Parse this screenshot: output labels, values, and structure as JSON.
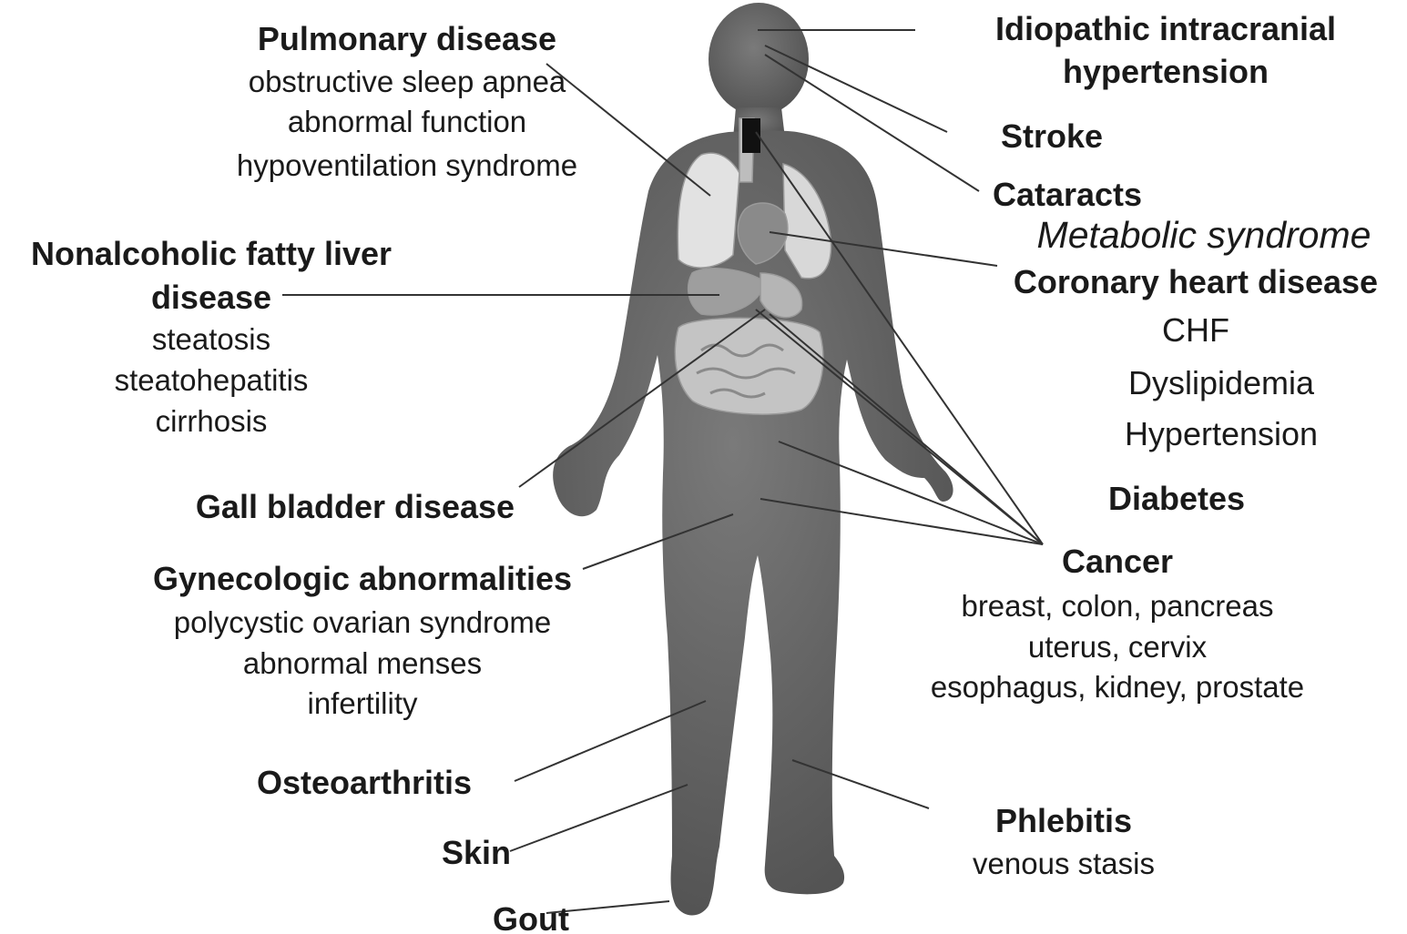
{
  "labels": {
    "pulmonary": {
      "title": "Pulmonary disease",
      "items": [
        "obstructive sleep apnea",
        "abnormal function",
        "hypoventilation syndrome"
      ]
    },
    "iih": {
      "line1": "Idiopathic intracranial",
      "line2": "hypertension"
    },
    "stroke": "Stroke",
    "cataracts": "Cataracts",
    "metabolic": "Metabolic syndrome",
    "chd": "Coronary heart disease",
    "chf": "CHF",
    "dyslipidemia": "Dyslipidemia",
    "hypertension": "Hypertension",
    "diabetes": "Diabetes",
    "nafld": {
      "line1": "Nonalcoholic fatty liver",
      "line2": "disease",
      "items": [
        "steatosis",
        "steatohepatitis",
        "cirrhosis"
      ]
    },
    "gallbladder": "Gall bladder disease",
    "gyn": {
      "title": "Gynecologic abnormalities",
      "items": [
        "polycystic ovarian syndrome",
        "abnormal menses",
        "infertility"
      ]
    },
    "cancer": {
      "title": "Cancer",
      "items": [
        "breast, colon, pancreas",
        "uterus, cervix",
        "esophagus, kidney, prostate"
      ]
    },
    "osteoarthritis": "Osteoarthritis",
    "skin": "Skin",
    "gout": "Gout",
    "phlebitis": {
      "title": "Phlebitis",
      "items": [
        "venous stasis"
      ]
    }
  },
  "colors": {
    "body": "#5e5e5e",
    "organs": "#c8c8c8",
    "lines": "#333333",
    "text": "#1a1a1a"
  }
}
